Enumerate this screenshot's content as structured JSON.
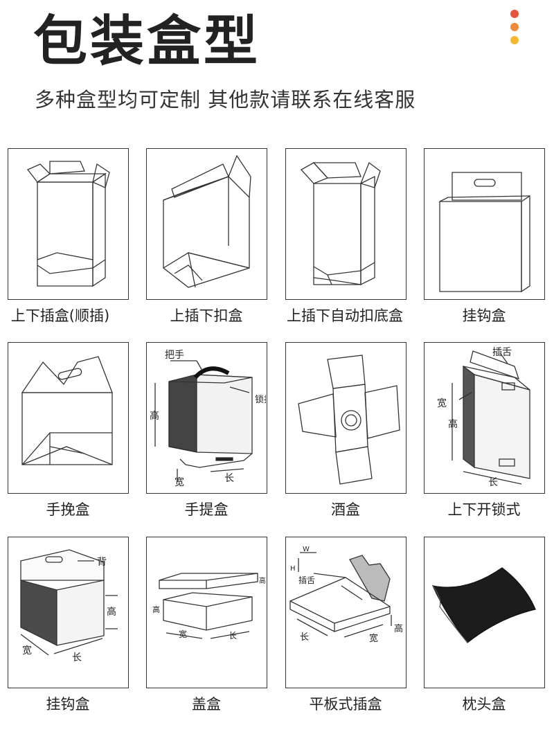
{
  "header": {
    "title": "包装盒型",
    "subtitle": "多种盒型均可定制 其他款请联系在线客服",
    "dot_colors": [
      "#e8513b",
      "#f08a3a",
      "#f5b82e"
    ]
  },
  "boxes": [
    {
      "label": "上下插盒(顺插)",
      "icon": "tuck-end-box-icon"
    },
    {
      "label": "上插下扣盒",
      "icon": "snap-lock-bottom-box-icon"
    },
    {
      "label": "上插下自动扣底盒",
      "icon": "auto-lock-bottom-box-icon"
    },
    {
      "label": "挂钩盒",
      "icon": "hanger-box-icon"
    },
    {
      "label": "手挽盒",
      "icon": "handle-window-box-icon"
    },
    {
      "label": "手提盒",
      "icon": "carry-box-icon",
      "annotations": {
        "handle": "把手",
        "lock": "锁扣",
        "height": "高",
        "width": "宽",
        "length": "长"
      }
    },
    {
      "label": "酒盒",
      "icon": "wine-box-dieline-icon"
    },
    {
      "label": "上下开锁式",
      "icon": "top-bottom-lock-box-icon",
      "annotations": {
        "tongue": "插舌",
        "width": "宽",
        "height": "高",
        "length": "长"
      }
    },
    {
      "label": "挂钩盒",
      "icon": "hanger-box-shaded-icon",
      "annotations": {
        "back": "背",
        "height": "高",
        "width": "宽",
        "length": "长"
      }
    },
    {
      "label": "盖盒",
      "icon": "lid-box-icon",
      "annotations": {
        "height": "高",
        "width": "宽",
        "length": "长"
      }
    },
    {
      "label": "平板式插盒",
      "icon": "flat-tuck-box-icon",
      "annotations": {
        "w": "W",
        "h": "H",
        "tongue": "插舌",
        "length": "长",
        "width": "宽",
        "height": "高"
      }
    },
    {
      "label": "枕头盒",
      "icon": "pillow-box-icon"
    }
  ]
}
